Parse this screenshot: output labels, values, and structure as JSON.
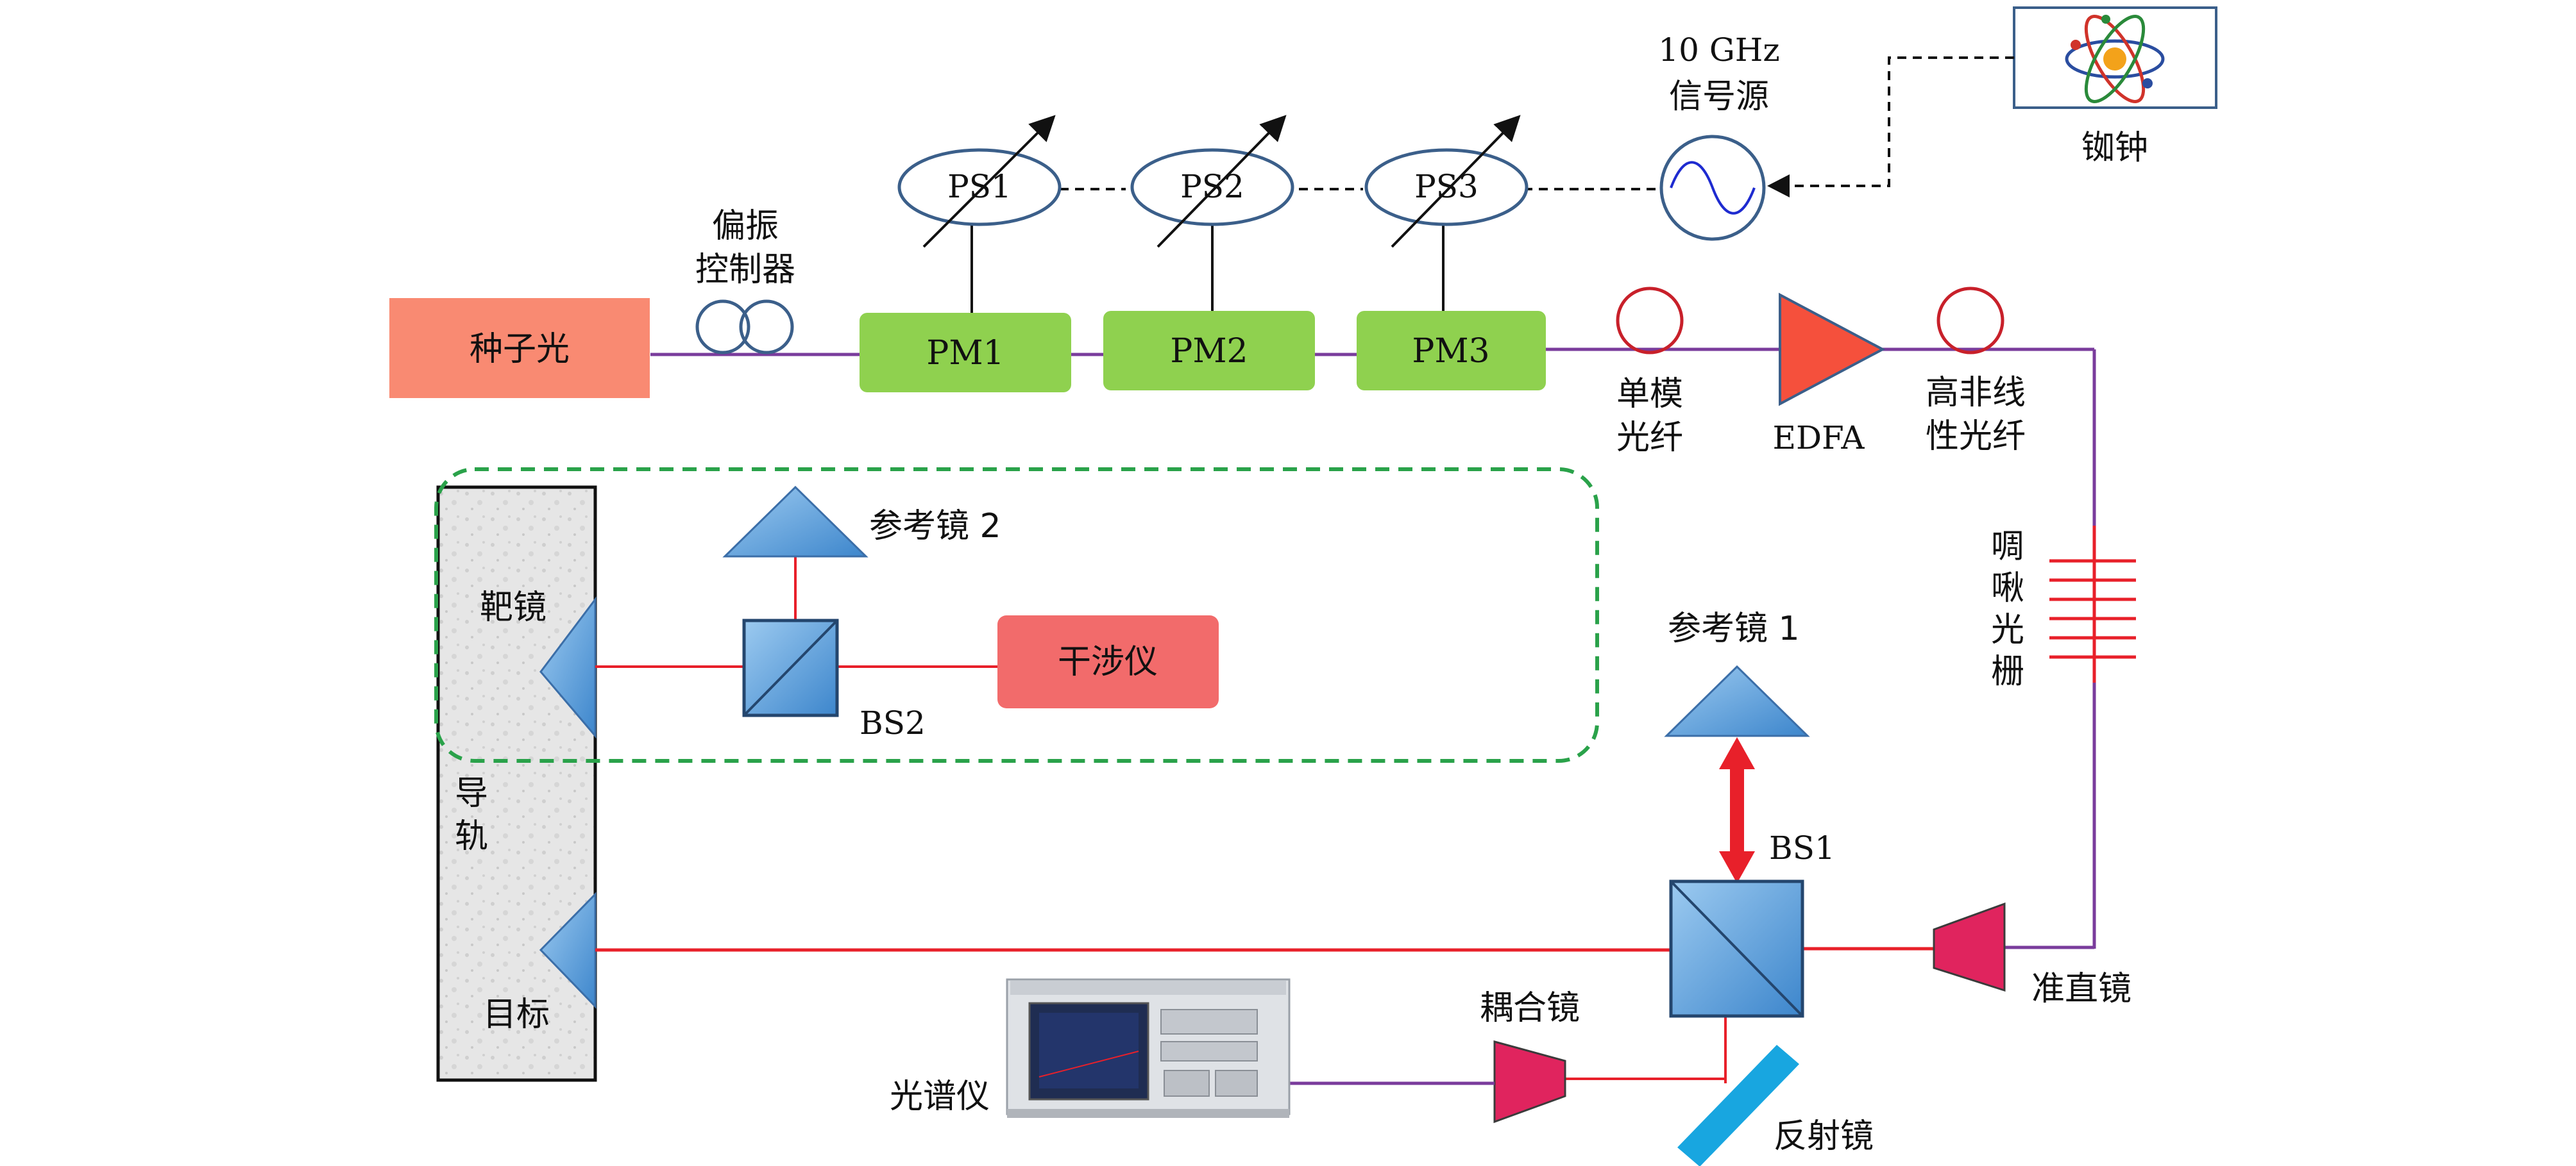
{
  "labels": {
    "seed": "种子光",
    "polarization_controller": [
      "偏振",
      "控制器"
    ],
    "pm1": "PM1",
    "pm2": "PM2",
    "pm3": "PM3",
    "ps1": "PS1",
    "ps2": "PS2",
    "ps3": "PS3",
    "signal_source": [
      "10 GHz",
      "信号源"
    ],
    "rubidium_clock": "铷钟",
    "single_mode_fiber": [
      "单模",
      "光纤"
    ],
    "edfa": "EDFA",
    "hnlf": [
      "高非线",
      "性光纤"
    ],
    "chirped_grating": [
      "啁",
      "啾",
      "光",
      "栅"
    ],
    "reference_mirror_2": "参考镜 2",
    "target_mirror": "靶镜",
    "interferometer": "干涉仪",
    "bs2": "BS2",
    "reference_mirror_1": "参考镜 1",
    "guide_rail": [
      "导",
      "轨"
    ],
    "bs1": "BS1",
    "target": "目标",
    "collimator": "准直镜",
    "coupling_lens": "耦合镜",
    "spectrometer": "光谱仪",
    "reflector": "反射镜"
  },
  "colors": {
    "seed_box": "#f98a72",
    "pm_box": "#8fd14f",
    "interferometer_box": "#f26b6b",
    "beam": "#e8202a",
    "fiber": "#7a3c9c",
    "ps_stroke": "#3b5f8a",
    "prism_fill": "#5aa0dc",
    "lens_fill": "#e0245e",
    "mirror_fill": "#18a6e0",
    "dashed_frame": "#2aa24a",
    "edfa_fill": "#f5503c"
  }
}
